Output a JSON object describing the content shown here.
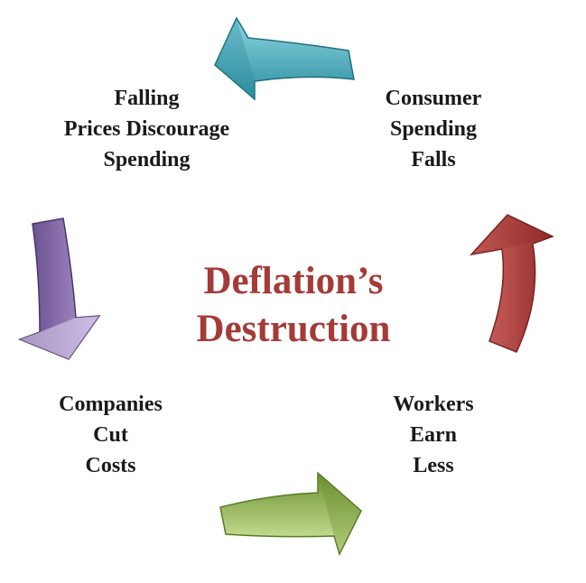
{
  "title": {
    "lines": [
      "Deflation’s",
      "Destruction"
    ],
    "color": "#a43b37"
  },
  "stages": {
    "falling_prices": [
      "Falling",
      "Prices Discourage",
      "Spending"
    ],
    "consumer_spending": [
      "Consumer",
      "Spending",
      "Falls"
    ],
    "workers": [
      "Workers",
      "Earn",
      "Less"
    ],
    "companies": [
      "Companies",
      "Cut",
      "Costs"
    ]
  },
  "arrows": {
    "top": {
      "color_light": "#8fd6e2",
      "color_dark": "#2b8d9e",
      "direction": "left"
    },
    "right": {
      "color_light": "#d66a66",
      "color_dark": "#8e2a28",
      "direction": "up"
    },
    "bottom": {
      "color_light": "#d9eda6",
      "color_dark": "#6c8f2f",
      "direction": "right"
    },
    "left": {
      "color_light": "#b39ad3",
      "color_dark": "#5e4685",
      "direction": "down"
    }
  }
}
